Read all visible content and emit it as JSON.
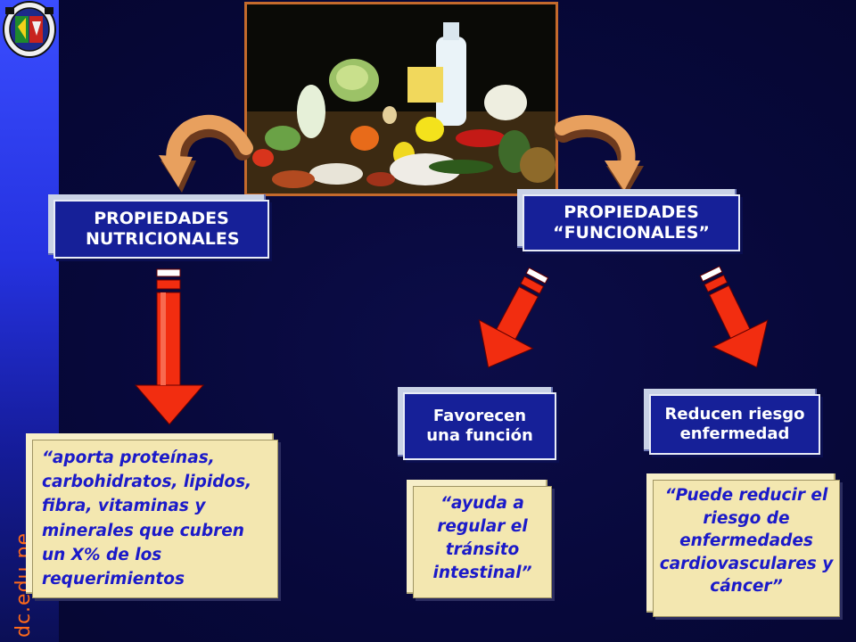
{
  "watermark": "dc.edu.pe",
  "nodes": {
    "nutritional": "PROPIEDADES NUTRICIONALES",
    "functional": "PROPIEDADES “FUNCIONALES”",
    "function": "Favorecen una función",
    "risk": "Reducen riesgo enfermedad"
  },
  "quotes": {
    "nutritional": "“aporta proteínas, carbohidratos, lipidos, fibra, vitaminas y minerales que cubren un X% de los requerimientos",
    "function": "“ayuda a regular el tránsito intestinal”",
    "risk": "“Puede reducir el riesgo de enfermedades cardiovasculares y cáncer”"
  },
  "colors": {
    "background": "#07083a",
    "box_fill": "#162098",
    "quote_fill": "#f3e7b0",
    "quote_text": "#1b1ac9",
    "arrow_red": "#f22d10",
    "curved_arrow": "#e8a05e"
  },
  "icons": [
    "school-crest-icon",
    "food-photo",
    "curved-arrow-icon",
    "down-arrow-icon"
  ]
}
